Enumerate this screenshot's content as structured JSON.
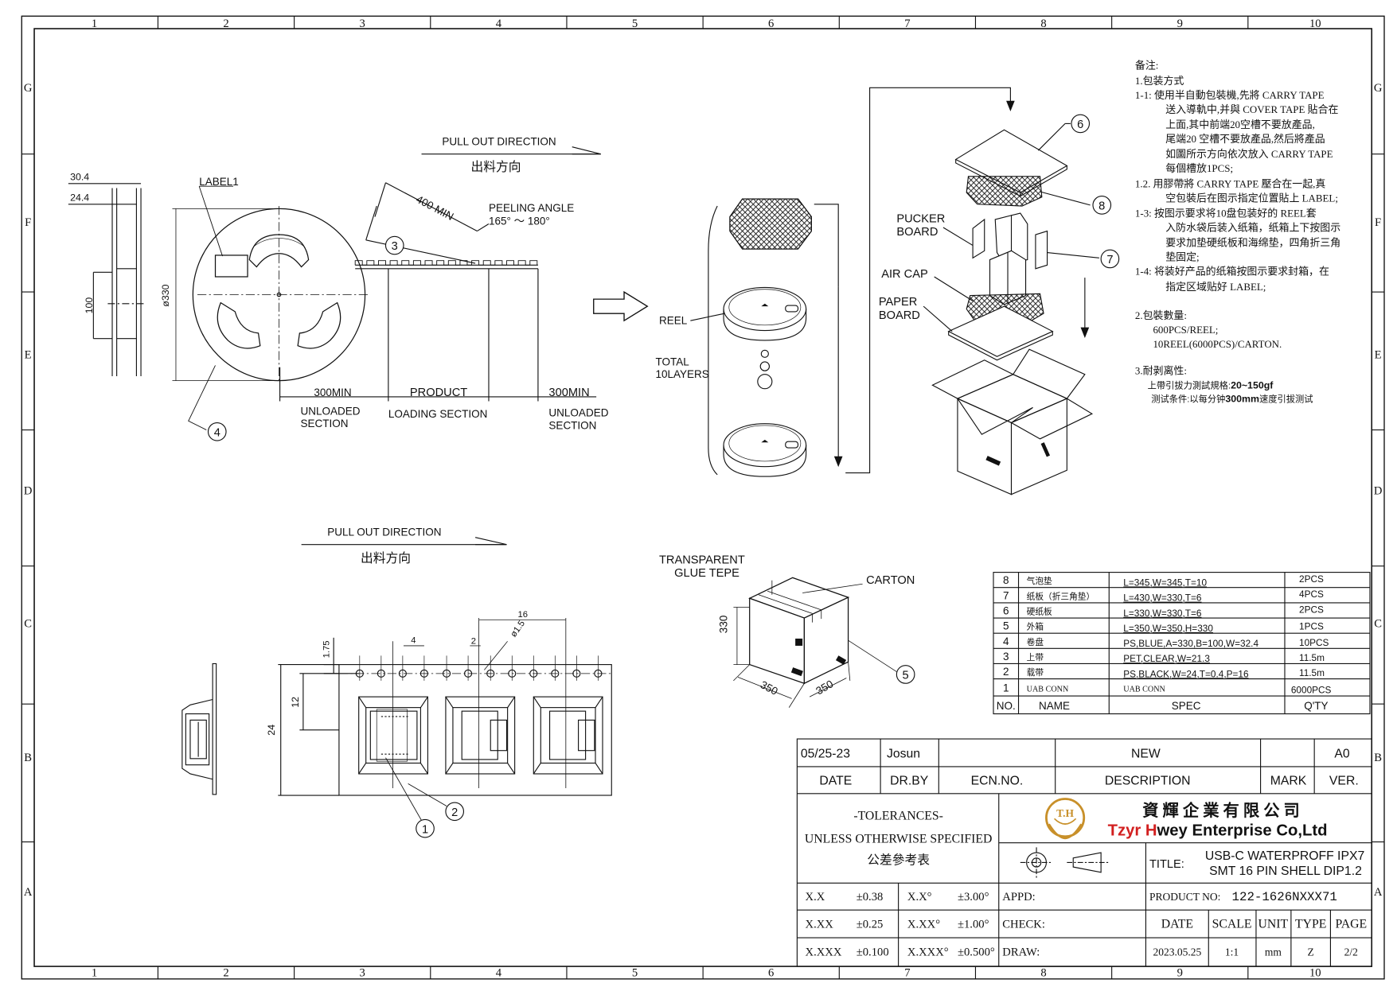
{
  "frame": {
    "col_labels": [
      "1",
      "2",
      "3",
      "4",
      "5",
      "6",
      "7",
      "8",
      "9",
      "10"
    ],
    "row_labels": [
      "G",
      "F",
      "E",
      "D",
      "C",
      "B",
      "A"
    ]
  },
  "drawing": {
    "pull_out_en": "PULL OUT DIRECTION",
    "pull_out_cn": "出料方向",
    "peeling_angle_label": "PEELING ANGLE",
    "peeling_angle_value": "165° ～ 180°",
    "min_400": "400 MIN",
    "dim_30_4": "30.4",
    "dim_24_4": "24.4",
    "dim_100": "100",
    "dim_330": "ø330",
    "label1": "LABEL1",
    "dim_300min_left": "300MIN",
    "product": "PRODUCT",
    "dim_300min_right": "300MIN",
    "unloaded": "UNLOADED",
    "section": "SECTION",
    "loading_section": "LOADING SECTION",
    "reel": "REEL",
    "total": "TOTAL",
    "layers": "10LAYERS",
    "pucker_1": "PUCKER",
    "pucker_2": "BOARD",
    "air_cap": "AIR CAP",
    "paper_1": "PAPER",
    "paper_2": "BOARD",
    "transparent_1": "TRANSPARENT",
    "transparent_2": "GLUE TEPE",
    "carton": "CARTON",
    "dim_330_box": "330",
    "dim_350_a": "350",
    "dim_350_b": "350",
    "dim_16": "16",
    "dim_4": "4",
    "dim_2": "2",
    "dim_1_5": "ø1.5",
    "dim_1_75": "1.75",
    "dim_12": "12",
    "dim_24": "24",
    "callouts": [
      "1",
      "2",
      "3",
      "4",
      "5",
      "6",
      "7",
      "8"
    ]
  },
  "notes": {
    "heading": "备注:",
    "s1": "1.包装方式",
    "l1": "1-1: 使用半自動包裝機,先將 CARRY TAPE",
    "l2": "送入導軌中,并與 COVER TAPE 貼合在",
    "l3": "上面,其中前端20空槽不要放產品,",
    "l4": "尾端20 空槽不要放產品,然后將產品",
    "l5": "如圖所示方向依次放入 CARRY TAPE",
    "l6": "每個槽放1PCS;",
    "l7": "1.2. 用膠帶將 CARRY TAPE 壓合在一起,真",
    "l8": "空包裝后在图示指定位置貼上 LABEL;",
    "l9": "1-3: 按图示要求将10盘包装好的 REEL套",
    "l10": "入防水袋后装入纸箱，纸箱上下按图示",
    "l11": "要求加垫硬纸板和海绵垫，四角折三角",
    "l12": "垫固定;",
    "l13": "1-4: 将装好产品的纸箱按图示要求封箱，在",
    "l14": "指定区域贴好 LABEL;",
    "s2": "2.包裝數量:",
    "q1": "600PCS/REEL;",
    "q2": "10REEL(6000PCS)/CARTON.",
    "s3": "3.耐剥离性:",
    "p1a": "上帶引拔力測試規格:",
    "p1b": "20~150gf",
    "p2a": "测试条件:以每分钟",
    "p2b": "300mm",
    "p2c": "速度引拔测试"
  },
  "bom": {
    "headers": {
      "no": "NO.",
      "name": "NAME",
      "spec": "SPEC",
      "qty": "Q'TY"
    },
    "rows": [
      {
        "no": "8",
        "name": "气泡垫",
        "spec": "L=345,W=345,T=10",
        "qty": "2PCS"
      },
      {
        "no": "7",
        "name": "纸板（折三角垫）",
        "spec": "L=430,W=330,T=6",
        "qty": "4PCS"
      },
      {
        "no": "6",
        "name": "硬纸板",
        "spec": "L=330,W=330,T=6",
        "qty": "2PCS"
      },
      {
        "no": "5",
        "name": "外箱",
        "spec": "L=350,W=350,H=330",
        "qty": "1PCS"
      },
      {
        "no": "4",
        "name": "卷盘",
        "spec": "PS,BLUE,A=330,B=100,W=32.4",
        "qty": "10PCS"
      },
      {
        "no": "3",
        "name": "上带",
        "spec": "PET,CLEAR,W=21.3",
        "qty": "11.5m"
      },
      {
        "no": "2",
        "name": "载带",
        "spec": "PS,BLACK,W=24,T=0.4,P=16",
        "qty": "11.5m"
      },
      {
        "no": "1",
        "name": "UAB CONN",
        "spec": "UAB CONN",
        "qty": "6000PCS"
      }
    ]
  },
  "title_block": {
    "date_val": "05/25-23",
    "drby_val": "Josun",
    "desc_val": "NEW",
    "ver_val": "A0",
    "h_date": "DATE",
    "h_drby": "DR.BY",
    "h_ecn": "ECN.NO.",
    "h_desc": "DESCRIPTION",
    "h_mark": "MARK",
    "h_ver": "VER.",
    "tol_1": "-TOLERANCES-",
    "tol_2": "UNLESS OTHERWISE SPECIFIED",
    "tol_3": "公差參考表",
    "logo_mark": "T.H",
    "company_cn": "資 輝 企 業 有 限 公 司",
    "company_en_1": "Tzyr ",
    "company_en_2": "H",
    "company_en_3": "wey Enterprise Co,Ltd",
    "title_label": "TITLE:",
    "title_1": "USB-C WATERPROFF IPX7",
    "title_2": "SMT 16 PIN SHELL DIP1.2",
    "tol_rows": [
      {
        "a": "X.X",
        "b": "±0.38",
        "c": "X.X°",
        "d": "±3.00°"
      },
      {
        "a": "X.XX",
        "b": "±0.25",
        "c": "X.XX°",
        "d": "±1.00°"
      },
      {
        "a": "X.XXX",
        "b": "±0.100",
        "c": "X.XXX°",
        "d": "±0.500°"
      }
    ],
    "appd": "APPD:",
    "check": "CHECK:",
    "draw": "DRAW:",
    "product_no_label": "PRODUCT NO:",
    "product_no": "122-1626NXXX71",
    "h_date2": "DATE",
    "h_scale": "SCALE",
    "h_unit": "UNIT",
    "h_type": "TYPE",
    "h_page": "PAGE",
    "v_date": "2023.05.25",
    "v_scale": "1:1",
    "v_unit": "mm",
    "v_type": "Z",
    "v_page": "2/2",
    "logo_color": "#c8902a",
    "accent_red": "#d21f1f"
  }
}
